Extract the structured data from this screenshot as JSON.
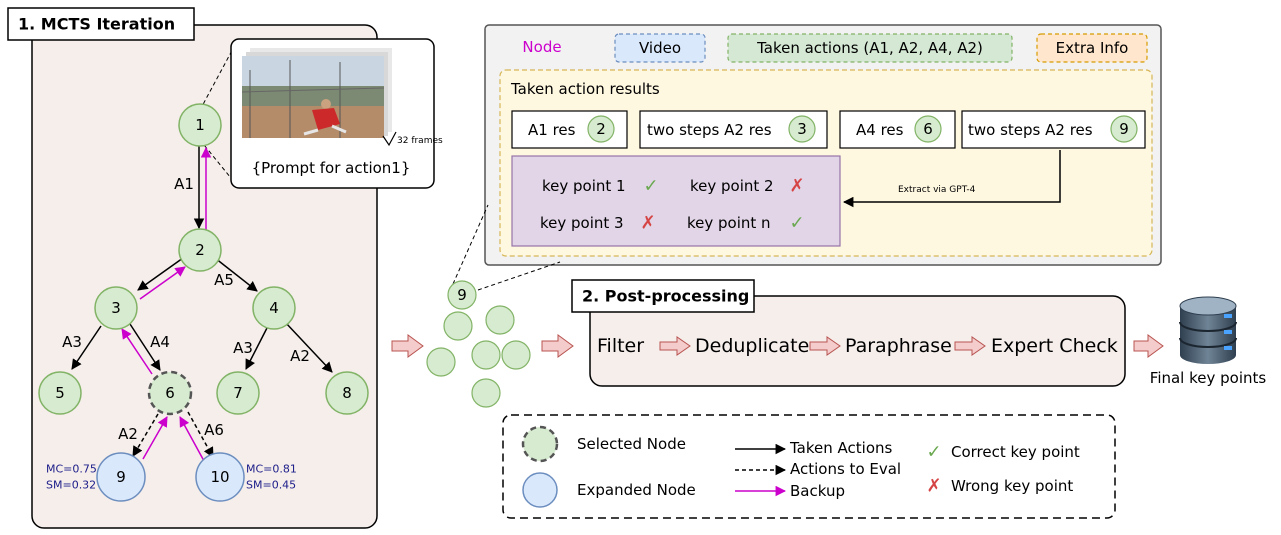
{
  "colors": {
    "node_fill": "#d6ebcf",
    "node_stroke": "#82b366",
    "expanded_fill": "#dae8fc",
    "expanded_stroke": "#6c8ebf",
    "backup": "#cc00cc",
    "panel_fill": "#f5eeeb",
    "result_panel_fill": "#fff8e1",
    "result_panel_stroke": "#d6b656",
    "keypoint_fill": "#e1d5e7",
    "keypoint_stroke": "#9673a6",
    "correct": "#6aa84f",
    "wrong": "#d64545",
    "arrow_fill": "#f4cccc",
    "arrow_stroke": "#b85450",
    "score_text": "#1d1d8a"
  },
  "mcts": {
    "title": "1. MCTS Iteration",
    "nodes": [
      "1",
      "2",
      "3",
      "4",
      "5",
      "6",
      "7",
      "8",
      "9",
      "10"
    ],
    "edges": [
      "A1",
      "A5",
      "A3",
      "A4",
      "A3",
      "A2",
      "A2",
      "A6"
    ],
    "thumbnail": {
      "frames": "32 frames",
      "prompt": "{Prompt for action1}"
    },
    "scores": {
      "n9": {
        "mc": "MC=0.75",
        "sm": "SM=0.32"
      },
      "n10": {
        "mc": "MC=0.81",
        "sm": "SM=0.45"
      }
    }
  },
  "node_detail": {
    "tags": {
      "node": "Node",
      "video": "Video",
      "taken_actions": "Taken actions (A1, A2, A4, A2)",
      "extra_info": "Extra Info"
    },
    "results_title": "Taken action results",
    "results": [
      {
        "label": "A1 res",
        "num": "2"
      },
      {
        "label": "two steps A2 res",
        "num": "3"
      },
      {
        "label": "A4 res",
        "num": "6"
      },
      {
        "label": "two steps A2 res",
        "num": "9"
      }
    ],
    "key_points": [
      {
        "label": "key point 1",
        "status": "correct"
      },
      {
        "label": "key point 2",
        "status": "wrong"
      },
      {
        "label": "key point 3",
        "status": "wrong"
      },
      {
        "label": "key point n",
        "status": "correct"
      }
    ],
    "extract_label": "Extract via GPT-4"
  },
  "cluster_label": "9",
  "post": {
    "title": "2. Post-processing",
    "steps": [
      "Filter",
      "Deduplicate",
      "Paraphrase",
      "Expert Check"
    ],
    "output_label": "Final key points"
  },
  "legend": {
    "selected": "Selected Node",
    "expanded": "Expanded Node",
    "taken": "Taken Actions",
    "to_eval": "Actions to Eval",
    "backup": "Backup",
    "correct": "Correct key point",
    "wrong": "Wrong key point"
  }
}
